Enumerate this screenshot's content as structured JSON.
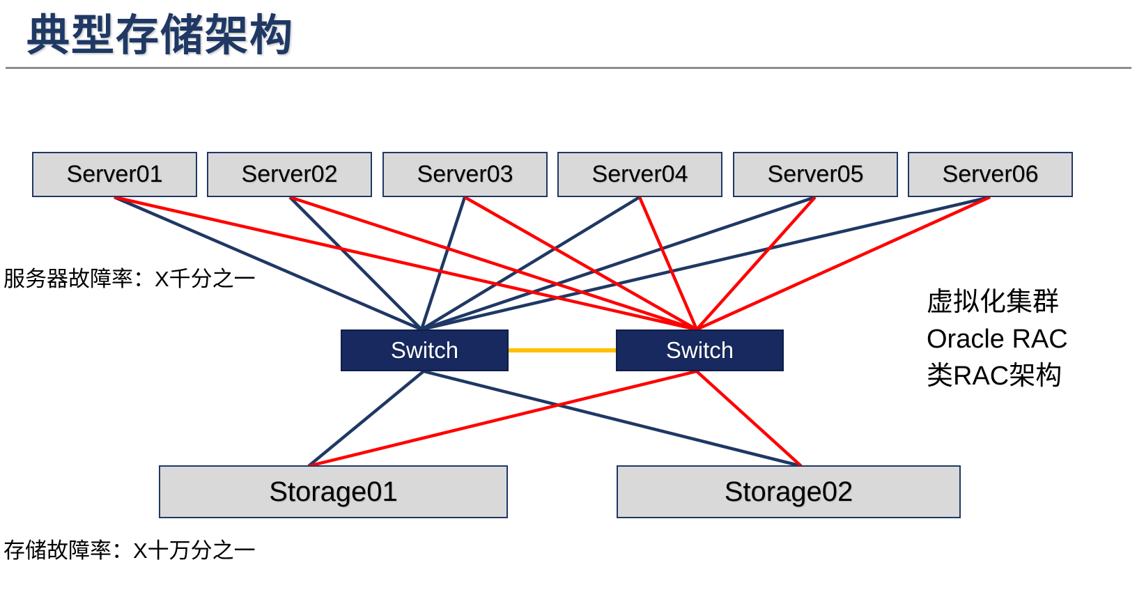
{
  "page": {
    "title": "典型存储架构"
  },
  "colors": {
    "navy": "#1F3864",
    "red": "#FF0000",
    "orange": "#FFC000",
    "node_fill": "#D9D9D9",
    "switch_fill": "#17295E",
    "switch_text": "#FFFFFF",
    "title": "#1F3864",
    "divider": "#8C8C8C",
    "text": "#000000"
  },
  "annotations": {
    "server_failure_rate": "服务器故障率：X千分之一",
    "storage_failure_rate": "存储故障率：X十万分之一",
    "cluster_note": [
      "虚拟化集群",
      "Oracle RAC",
      "类RAC架构"
    ]
  },
  "diagram": {
    "servers": [
      {
        "id": "server01",
        "label": "Server01"
      },
      {
        "id": "server02",
        "label": "Server02"
      },
      {
        "id": "server03",
        "label": "Server03"
      },
      {
        "id": "server04",
        "label": "Server04"
      },
      {
        "id": "server05",
        "label": "Server05"
      },
      {
        "id": "server06",
        "label": "Server06"
      }
    ],
    "switches": [
      {
        "id": "switch01",
        "label": "Switch"
      },
      {
        "id": "switch02",
        "label": "Switch"
      }
    ],
    "storages": [
      {
        "id": "storage01",
        "label": "Storage01"
      },
      {
        "id": "storage02",
        "label": "Storage02"
      }
    ],
    "links": [
      {
        "from": "server01",
        "to": "switch01",
        "color": "navy",
        "points": [
          164,
          283,
          605,
          473
        ]
      },
      {
        "from": "server02",
        "to": "switch01",
        "color": "navy",
        "points": [
          416,
          283,
          605,
          473
        ]
      },
      {
        "from": "server03",
        "to": "switch01",
        "color": "navy",
        "points": [
          667,
          283,
          605,
          473
        ]
      },
      {
        "from": "server04",
        "to": "switch01",
        "color": "navy",
        "points": [
          918,
          283,
          605,
          473
        ]
      },
      {
        "from": "server05",
        "to": "switch01",
        "color": "navy",
        "points": [
          1170,
          283,
          605,
          473
        ]
      },
      {
        "from": "server06",
        "to": "switch01",
        "color": "navy",
        "points": [
          1421,
          283,
          605,
          473
        ]
      },
      {
        "from": "server01",
        "to": "switch02",
        "color": "red",
        "points": [
          164,
          283,
          1000,
          473
        ]
      },
      {
        "from": "server02",
        "to": "switch02",
        "color": "red",
        "points": [
          416,
          283,
          1000,
          473
        ]
      },
      {
        "from": "server03",
        "to": "switch02",
        "color": "red",
        "points": [
          667,
          283,
          1000,
          473
        ]
      },
      {
        "from": "server04",
        "to": "switch02",
        "color": "red",
        "points": [
          918,
          283,
          1000,
          473
        ]
      },
      {
        "from": "server05",
        "to": "switch02",
        "color": "red",
        "points": [
          1170,
          283,
          1000,
          473
        ]
      },
      {
        "from": "server06",
        "to": "switch02",
        "color": "red",
        "points": [
          1421,
          283,
          1000,
          473
        ]
      },
      {
        "from": "switch01",
        "to": "storage01",
        "color": "navy",
        "points": [
          608,
          533,
          443,
          669
        ]
      },
      {
        "from": "switch01",
        "to": "storage02",
        "color": "navy",
        "points": [
          608,
          533,
          1150,
          669
        ]
      },
      {
        "from": "switch02",
        "to": "storage01",
        "color": "red",
        "points": [
          1000,
          533,
          443,
          669
        ]
      },
      {
        "from": "switch02",
        "to": "storage02",
        "color": "red",
        "points": [
          1000,
          533,
          1150,
          669
        ]
      },
      {
        "from": "switch01",
        "to": "switch02",
        "color": "orange",
        "points": [
          730,
          503,
          884,
          503
        ]
      }
    ]
  }
}
